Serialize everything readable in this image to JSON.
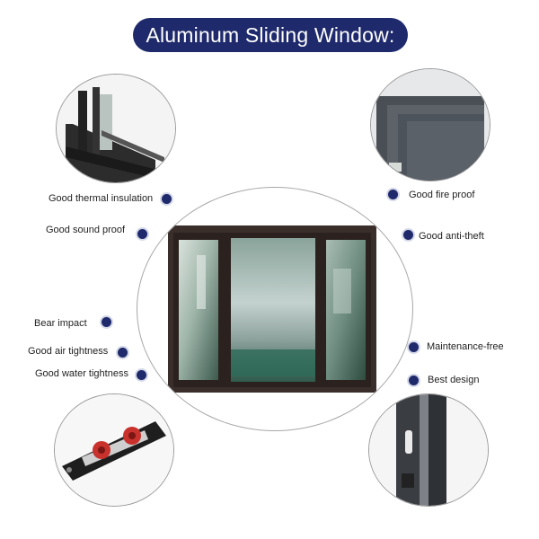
{
  "title": "Aluminum Sliding Window:",
  "features_left": [
    "Good thermal insulation",
    "Good sound proof",
    "Bear impact",
    "Good air tightness",
    "Good water tightness"
  ],
  "features_right": [
    "Good fire proof",
    "Good anti-theft",
    "Maintenance-free",
    "Best design"
  ],
  "colors": {
    "accent": "#1e2a6b",
    "frame": "#3a2e2a",
    "glass": "#6f8b80"
  }
}
